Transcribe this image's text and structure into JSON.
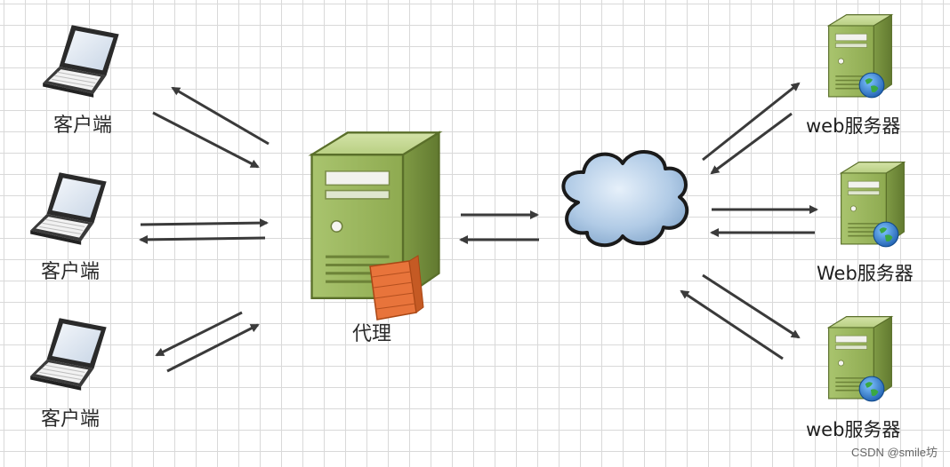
{
  "clients": [
    {
      "label": "客户端"
    },
    {
      "label": "客户端"
    },
    {
      "label": "客户端"
    }
  ],
  "proxy": {
    "label": "代理"
  },
  "servers": [
    {
      "label": "web服务器"
    },
    {
      "label": "Web服务器"
    },
    {
      "label": "web服务器"
    }
  ],
  "watermark": "CSDN @smile坊",
  "colors": {
    "server_body": "#9bb65e",
    "server_dark": "#6e8a3a",
    "arrow": "#3a3a3a",
    "cloud": "#a9c6e4",
    "firewall": "#e8743b"
  },
  "icons": [
    "laptop-icon",
    "server-icon",
    "cloud-icon",
    "firewall-icon",
    "globe-icon"
  ]
}
